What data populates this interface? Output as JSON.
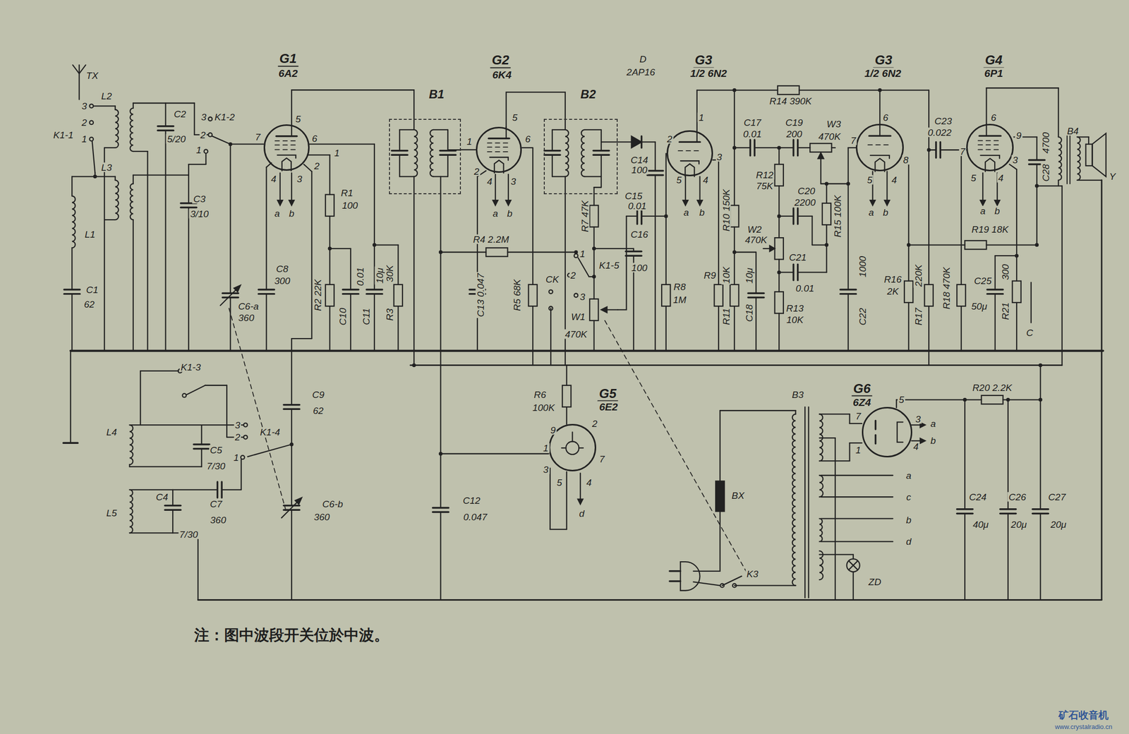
{
  "diagram": {
    "caption": "注：图中波段开关位於中波。",
    "nodes": [
      {
        "text": [
          "G1",
          "6A2"
        ]
      },
      {
        "text": [
          "B1"
        ]
      },
      {
        "text": [
          "G2",
          "6K4"
        ]
      },
      {
        "text": [
          "B2"
        ]
      },
      {
        "text": [
          "G3",
          "1/2 6N2"
        ]
      },
      {
        "text": [
          "G3",
          "1/2 6N2"
        ]
      },
      {
        "text": [
          "G4",
          "6P1"
        ]
      },
      {
        "text": [
          "G5",
          "6E2"
        ]
      },
      {
        "text": [
          "G6",
          "6Z4"
        ]
      }
    ],
    "edges": [
      {
        "from": 0,
        "to": 1,
        "arrow": "none"
      },
      {
        "from": 1,
        "to": 2,
        "arrow": "none"
      },
      {
        "from": 2,
        "to": 3,
        "arrow": "none"
      }
    ],
    "labels": [
      "TX",
      "K1-1",
      "3",
      "2",
      "1",
      "L2",
      "L3",
      "L1",
      "C1",
      "62",
      "C2",
      "5/20",
      "3",
      "K1-2",
      "2",
      "1",
      "C3",
      "3/10",
      "5",
      "7",
      "6",
      "1",
      "2",
      "4",
      "3",
      "a",
      "b",
      "R1",
      "100",
      "C8",
      "300",
      "C6-a",
      "360",
      "R2 22K",
      "0.01",
      "C10",
      "10μ",
      "C11",
      "30K",
      "R3",
      "C9",
      "62",
      "K1-3",
      "L4",
      "C5",
      "7/30",
      "3",
      "2",
      "K1-4",
      "1",
      "C4",
      "7/30",
      "L5",
      "C7",
      "360",
      "C6-b",
      "360",
      "R4 2.2M",
      "C13 0.047",
      "R5 68K",
      "CK",
      "1",
      "2",
      "3",
      "K1-5",
      "W1",
      "470K",
      "R7 47K",
      "C14",
      "100",
      "C15",
      "0.01",
      "C16",
      "100",
      "D",
      "2AP16",
      "R6",
      "100K",
      "C12",
      "0.047",
      "9",
      "2",
      "1",
      "7",
      "3",
      "5",
      "4",
      "d",
      "1",
      "2",
      "3",
      "5",
      "4",
      "a",
      "b",
      "R8",
      "1M",
      "R9",
      "10K",
      "R10 150K",
      "R11",
      "10μ",
      "C18",
      "C17",
      "0.01",
      "C19",
      "200",
      "W3",
      "470K",
      "R14 390K",
      "R12",
      "75K",
      "C20",
      "2200",
      "W2",
      "470K",
      "C21",
      "0.01",
      "R13",
      "10K",
      "R15 100K",
      "1000",
      "C22",
      "6",
      "7",
      "8",
      "5",
      "4",
      "a",
      "b",
      "C23",
      "0.022",
      "6",
      "7",
      "9",
      "3",
      "5",
      "4",
      "a",
      "b",
      "4700",
      "C28",
      "B4",
      "Y",
      "R19 18K",
      "R16",
      "2K",
      "220K",
      "R17",
      "R18 470K",
      "C25",
      "50μ",
      "300",
      "R21",
      "C",
      "B3",
      "7",
      "5",
      "3",
      "1",
      "4",
      "a",
      "b",
      "a",
      "c",
      "b",
      "d",
      "ZD",
      "BX",
      "K3",
      "R20 2.2K",
      "C24",
      "40μ",
      "C26",
      "20μ",
      "C27",
      "20μ",
      "矿石收音机",
      "www.crystalradio.cn",
      "5",
      "6",
      "1",
      "2",
      "4",
      "3",
      "a",
      "b"
    ]
  }
}
